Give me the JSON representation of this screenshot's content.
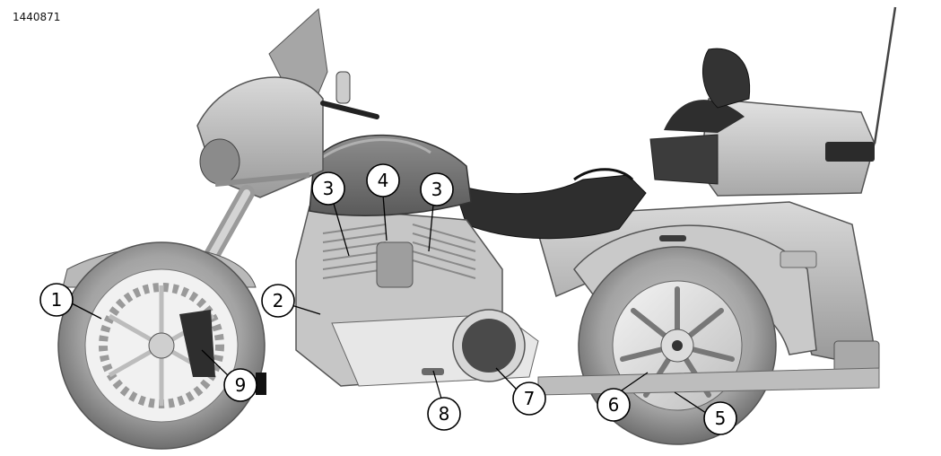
{
  "figure": {
    "id": "1440871",
    "subject": "trike-motorcycle-left-side-view"
  },
  "callouts": [
    {
      "label": "1"
    },
    {
      "label": "2"
    },
    {
      "label": "3"
    },
    {
      "label": "4"
    },
    {
      "label": "3"
    },
    {
      "label": "5"
    },
    {
      "label": "6"
    },
    {
      "label": "7"
    },
    {
      "label": "8"
    },
    {
      "label": "9"
    }
  ],
  "colors": {
    "tire": "#7a7a7a",
    "body": "#b4b4b4",
    "body_light": "#d2d2d2",
    "chrome": "#e6e6e6",
    "dark": "#3a3a3a",
    "seat": "#2e2e2e",
    "callout_fill": "#ffffff",
    "callout_stroke": "#000000"
  }
}
